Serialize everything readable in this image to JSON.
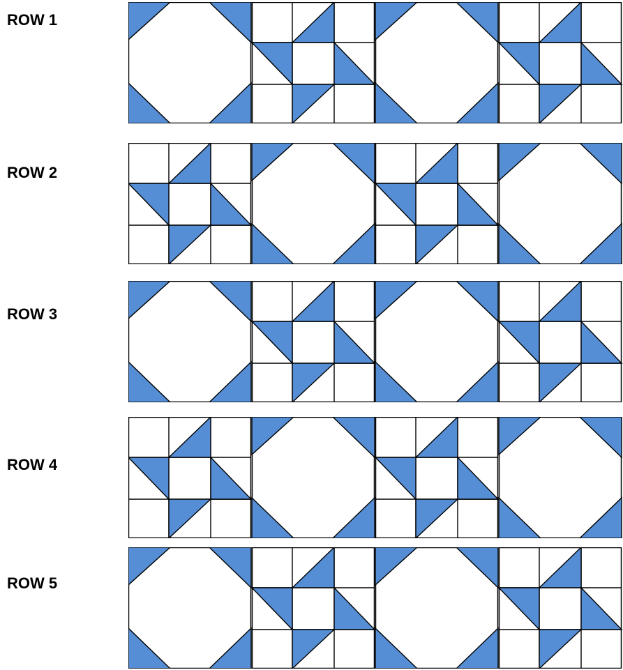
{
  "rows": [
    {
      "label": "ROW 1",
      "pattern": [
        "octagon",
        "pinwheel",
        "octagon",
        "pinwheel"
      ]
    },
    {
      "label": "ROW 2",
      "pattern": [
        "pinwheel",
        "octagon",
        "pinwheel",
        "octagon"
      ]
    },
    {
      "label": "ROW 3",
      "pattern": [
        "octagon",
        "pinwheel",
        "octagon",
        "pinwheel"
      ]
    },
    {
      "label": "ROW 4",
      "pattern": [
        "pinwheel",
        "octagon",
        "pinwheel",
        "octagon"
      ]
    },
    {
      "label": "ROW 5",
      "pattern": [
        "octagon",
        "pinwheel",
        "octagon",
        "pinwheel"
      ]
    }
  ],
  "colors": {
    "fabric_fill": "#558ed5",
    "outline": "#000000",
    "background": "#ffffff"
  }
}
